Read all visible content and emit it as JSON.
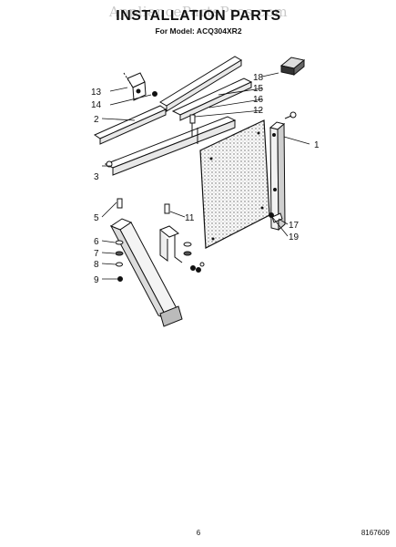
{
  "watermark": "AppliancePartsPros.com",
  "title": "INSTALLATION PARTS",
  "subtitle": "For Model: ACQ304XR2",
  "page_number": "6",
  "document_number": "8167609",
  "callouts": {
    "c1": "1",
    "c2": "2",
    "c3": "3",
    "c5": "5",
    "c6": "6",
    "c7": "7",
    "c8": "8",
    "c9": "9",
    "c11": "11",
    "c12": "12",
    "c13": "13",
    "c14": "14",
    "c15": "15",
    "c16": "16",
    "c17": "17",
    "c18": "18",
    "c19": "19"
  }
}
